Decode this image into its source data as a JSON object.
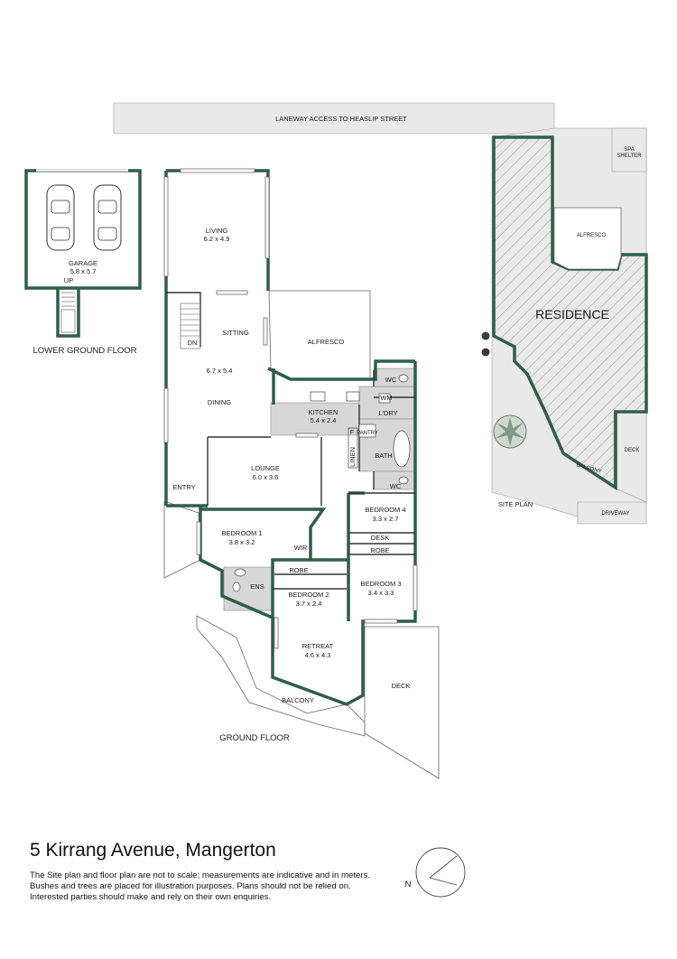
{
  "property": {
    "address": "5 Kirrang Avenue, Mangerton",
    "disclaimer_lines": [
      "The Site plan and floor plan are not to scale; measurements are indicative and in meters.",
      "Bushes and trees are placed for illustration purposes. Plans should not be relied on.",
      "Interested parties should make and rely on their own enquiries."
    ]
  },
  "colors": {
    "wall": "#2e5e49",
    "wet_area": "#d7d7d7",
    "outdoor": "#e9e9e9"
  },
  "compass": {
    "label": "N"
  },
  "site_plan": {
    "caption": "SITE PLAN",
    "laneway": "LANEWAY ACCESS TO HEASLIP STREET",
    "residence": "RESIDENCE",
    "alfresco": "ALFRESCO",
    "spa_line1": "SPA",
    "spa_line2": "SHELTER",
    "deck": "DECK",
    "balcony": "BALCONY",
    "driveway": "DRIVEWAY"
  },
  "lower_ground": {
    "caption": "LOWER GROUND FLOOR",
    "garage_name": "GARAGE",
    "garage_size": "5.8 x 5.7",
    "stair_label": "UP"
  },
  "ground_floor": {
    "caption": "GROUND FLOOR",
    "rooms": {
      "living": {
        "name": "LIVING",
        "size": "6.2 x 4.9"
      },
      "sitting": {
        "name": "SITTING"
      },
      "dining": {
        "name": "DINING",
        "size": "6.7 x 5.4"
      },
      "alfresco": {
        "name": "ALFRESCO"
      },
      "kitchen": {
        "name": "KITCHEN",
        "size": "5.4 x 2.4"
      },
      "lounge": {
        "name": "LOUNGE",
        "size": "6.0 x 3.6"
      },
      "bedroom1": {
        "name": "BEDROOM 1",
        "size": "3.8 x 3.2"
      },
      "bedroom2": {
        "name": "BEDROOM 2",
        "size": "3.7 x 2.4"
      },
      "bedroom3": {
        "name": "BEDROOM 3",
        "size": "3.4 x 3.3"
      },
      "bedroom4": {
        "name": "BEDROOM 4",
        "size": "3.3 x 2.7"
      },
      "retreat": {
        "name": "RETREAT",
        "size": "4.6 x 4.3"
      }
    },
    "labels": {
      "dn": "DN",
      "entry": "ENTRY",
      "wir": "WIR",
      "robe": "ROBE",
      "ens": "ENS",
      "desk": "DESK",
      "wc": "WC",
      "wm": "WM",
      "laundry": "L'DRY",
      "pantry": "PANTRY",
      "fridge": "F",
      "linen": "LINEN",
      "bath": "BATH",
      "balcony": "BALCONY",
      "deck": "DECK"
    }
  }
}
